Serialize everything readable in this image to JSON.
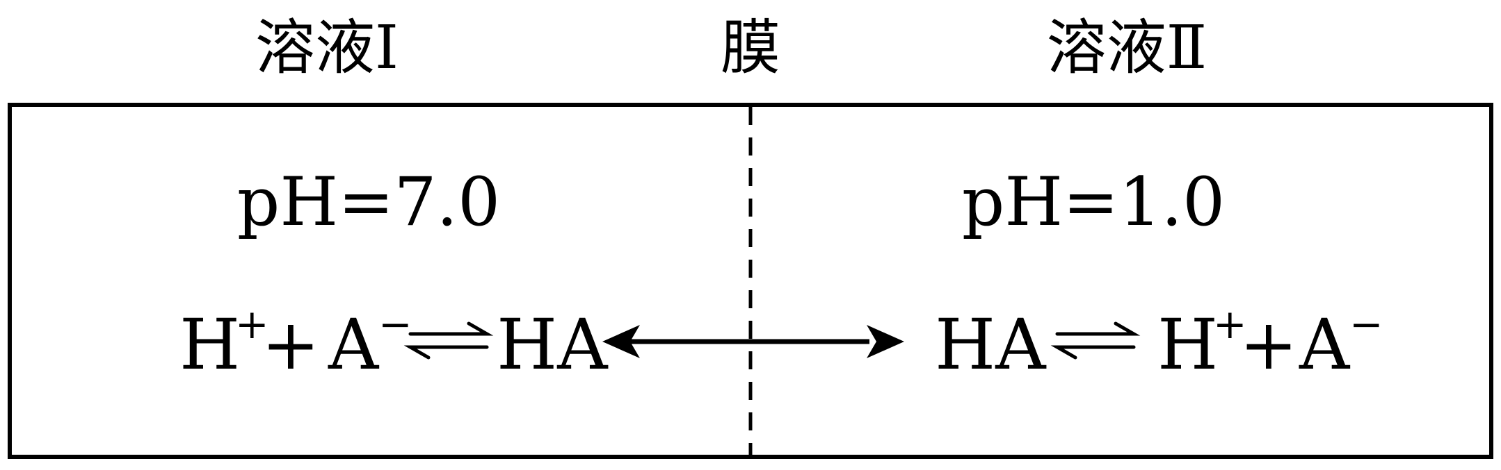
{
  "labels": {
    "left_solution": "溶液Ⅰ",
    "membrane": "膜",
    "right_solution": "溶液Ⅱ"
  },
  "left": {
    "ph": "pH=7.0",
    "equation": {
      "h": "H",
      "h_charge": "+",
      "plus": "+",
      "a": "A",
      "a_charge": "−",
      "product": "HA"
    }
  },
  "right": {
    "ph": "pH=1.0",
    "equation": {
      "reactant": "HA",
      "h": "H",
      "h_charge": "+",
      "plus": "+",
      "a": "A",
      "a_charge": "−"
    }
  },
  "colors": {
    "ink": "#000000",
    "background": "#ffffff"
  }
}
